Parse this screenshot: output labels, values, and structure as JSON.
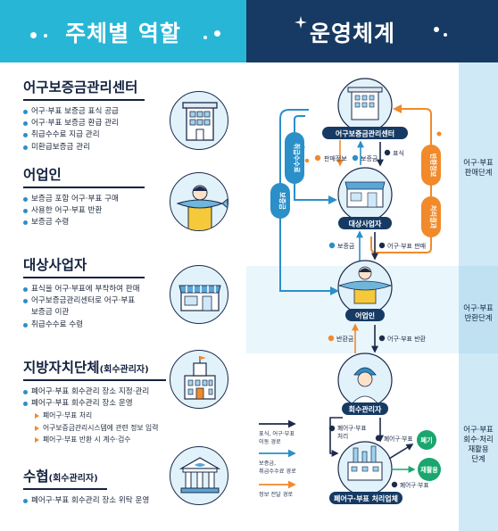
{
  "left_panel": {
    "title": "주체별 역할",
    "roles": [
      {
        "name": "어구보증금관리센터",
        "suffix": "",
        "icon": "building-icon",
        "items": [
          {
            "text": "어구·부표 보증금 표식 공급",
            "kind": "bullet"
          },
          {
            "text": "어구·부표 보증금 환급 관리",
            "kind": "bullet"
          },
          {
            "text": "취급수수료 지급 관리",
            "kind": "bullet"
          },
          {
            "text": "미환급보증금 관리",
            "kind": "bullet"
          }
        ]
      },
      {
        "name": "어업인",
        "suffix": "",
        "icon": "fisher-icon",
        "items": [
          {
            "text": "보증금 포함 어구·부표 구매",
            "kind": "bullet"
          },
          {
            "text": "사용한 어구·부표 반환",
            "kind": "bullet"
          },
          {
            "text": "보증금 수령",
            "kind": "bullet"
          }
        ]
      },
      {
        "name": "대상사업자",
        "suffix": "",
        "icon": "store-icon",
        "items": [
          {
            "text": "표식을 어구·부표에 부착하여 판매",
            "kind": "bullet"
          },
          {
            "text": "어구보증금관리센터로 어구·부표",
            "kind": "bullet"
          },
          {
            "text": "보증금 이관",
            "kind": "cont"
          },
          {
            "text": "취급수수료 수령",
            "kind": "bullet"
          }
        ]
      },
      {
        "name": "지방자치단체",
        "suffix": "(회수관리자)",
        "icon": "cityhall-icon",
        "items": [
          {
            "text": "폐어구·부표 회수관리 장소 지정·관리",
            "kind": "bullet"
          },
          {
            "text": "폐어구·부표 회수관리 장소 운영",
            "kind": "bullet"
          },
          {
            "text": "폐어구·부표 처리",
            "kind": "sub"
          },
          {
            "text": "어구보증금관리시스템에 관련 정보 입력",
            "kind": "sub"
          },
          {
            "text": "폐어구·부표 반환 시 계수·검수",
            "kind": "sub"
          }
        ]
      },
      {
        "name": "수협",
        "suffix": "(회수관리자)",
        "icon": "bank-icon",
        "items": [
          {
            "text": "폐어구·부표 회수관리 장소 위탁 운영",
            "kind": "bullet"
          }
        ]
      }
    ]
  },
  "right_panel": {
    "title": "운영체계",
    "nodes": {
      "center": "어구보증금관리센터",
      "business": "대상사업자",
      "fisher": "어업인",
      "collector": "회수관리자",
      "processor": "폐어구·부표 처리업체"
    },
    "flow_labels": {
      "fee_claim": "취급수수료",
      "sales_info": "판매정보",
      "deposit_up": "보증금",
      "mark": "표식",
      "refund_info": "반환정보",
      "fee_pay": "처리결과",
      "deposit_refund": "보증금",
      "deposit_to_fisher": "보증금",
      "gear_sale": "어구·부표 판매",
      "refund_money": "반환금",
      "gear_return": "어구·부표 반환",
      "waste_gear_left": "폐어구·부표",
      "waste_gear_left2": "처리",
      "waste_gear_right": "폐어구·부표",
      "waste_gear_bottom": "폐어구·부표",
      "disposal": "폐기",
      "recycle": "재활용"
    },
    "legend": [
      {
        "text": "표식, 어구·부표",
        "text2": "이동 경로",
        "color": "#1d2b4a"
      },
      {
        "text": "보증금,",
        "text2": "취급수수료 경로",
        "color": "#2b8fc8"
      },
      {
        "text": "정보 전달 경로",
        "text2": "",
        "color": "#f08a2a"
      }
    ],
    "stages": [
      {
        "lines": [
          "어구·부표",
          "판매단계"
        ]
      },
      {
        "lines": [
          "어구·부표",
          "반환단계"
        ]
      },
      {
        "lines": [
          "어구·부표",
          "회수·처리",
          "재활용",
          "단계"
        ]
      }
    ],
    "colors": {
      "navy": "#163a63",
      "dark": "#1d2b4a",
      "blue": "#2b8fc8",
      "orange": "#f08a2a",
      "green": "#1aa66e",
      "teal": "#27b6d6"
    }
  }
}
